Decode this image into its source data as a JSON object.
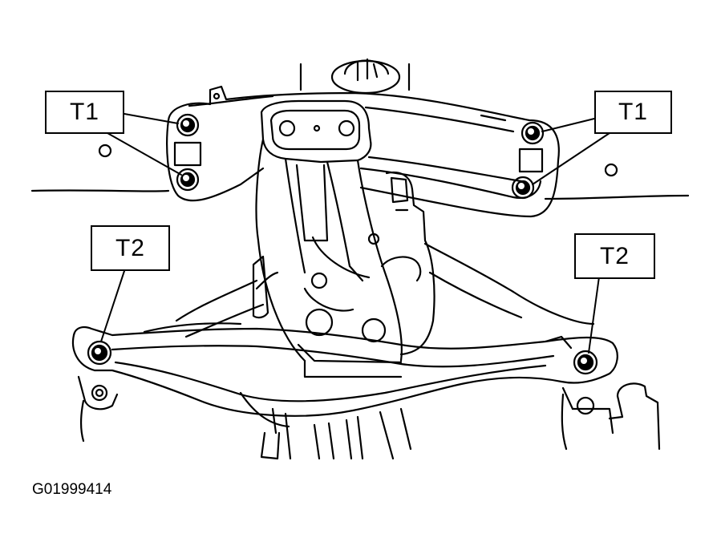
{
  "callouts": {
    "t1_left": "T1",
    "t1_right": "T1",
    "t2_left": "T2",
    "t2_right": "T2"
  },
  "figure_code": "G01999414",
  "icons": [
    "bolt-icon"
  ]
}
